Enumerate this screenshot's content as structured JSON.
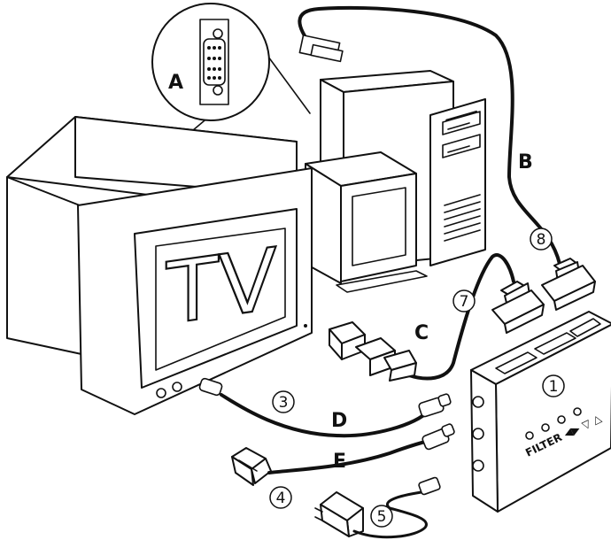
{
  "labels": {
    "A": "A",
    "B": "B",
    "C": "C",
    "D": "D",
    "E": "E"
  },
  "numbers": {
    "n1": "1",
    "n3": "3",
    "n4": "4",
    "n5": "5",
    "n7": "7",
    "n8": "8"
  },
  "tv_text": "TV",
  "device_keys": "FILTER ◀▶  ▽  △"
}
